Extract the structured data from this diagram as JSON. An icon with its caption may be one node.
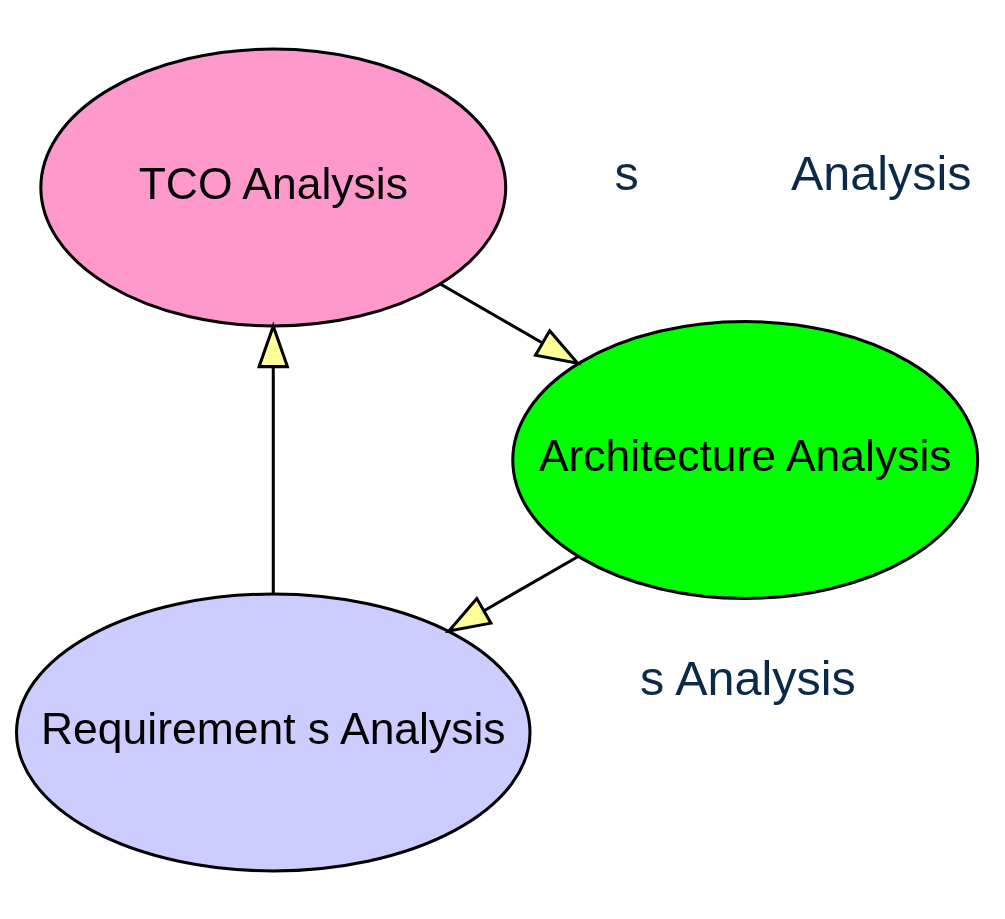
{
  "diagram": {
    "nodes": [
      {
        "text": [
          "Requirement s Analysis"
        ]
      },
      {
        "text": [
          "Architecture Analysis"
        ]
      },
      {
        "text": [
          "TCO Analysis"
        ]
      }
    ],
    "edges": [
      {
        "from": 0,
        "to": 2,
        "arrow": "to"
      },
      {
        "from": 2,
        "to": 1,
        "arrow": "to"
      },
      {
        "from": 1,
        "to": 0,
        "arrow": "to"
      }
    ],
    "labels": [
      "s Analysis",
      "Analysis",
      "s"
    ]
  }
}
